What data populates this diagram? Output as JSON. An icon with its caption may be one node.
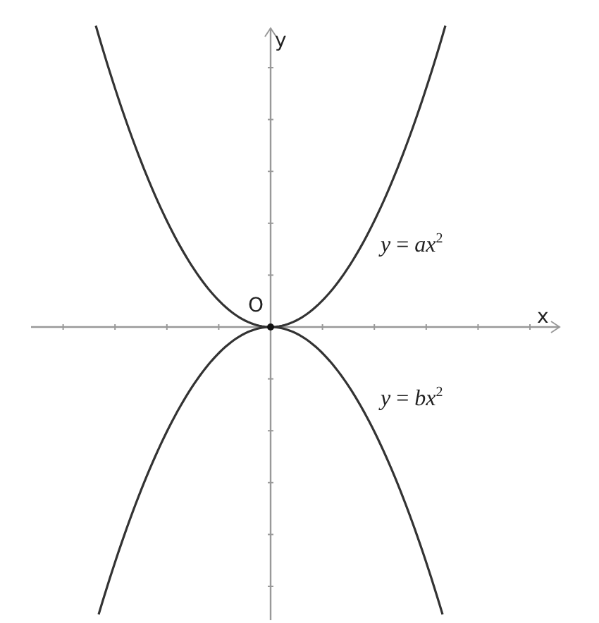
{
  "diagram": {
    "labels": [
      "y",
      "O",
      "x",
      "*y* = *ax*$^{2}$",
      "*y* = *bx*$^{2}$"
    ]
  }
}
